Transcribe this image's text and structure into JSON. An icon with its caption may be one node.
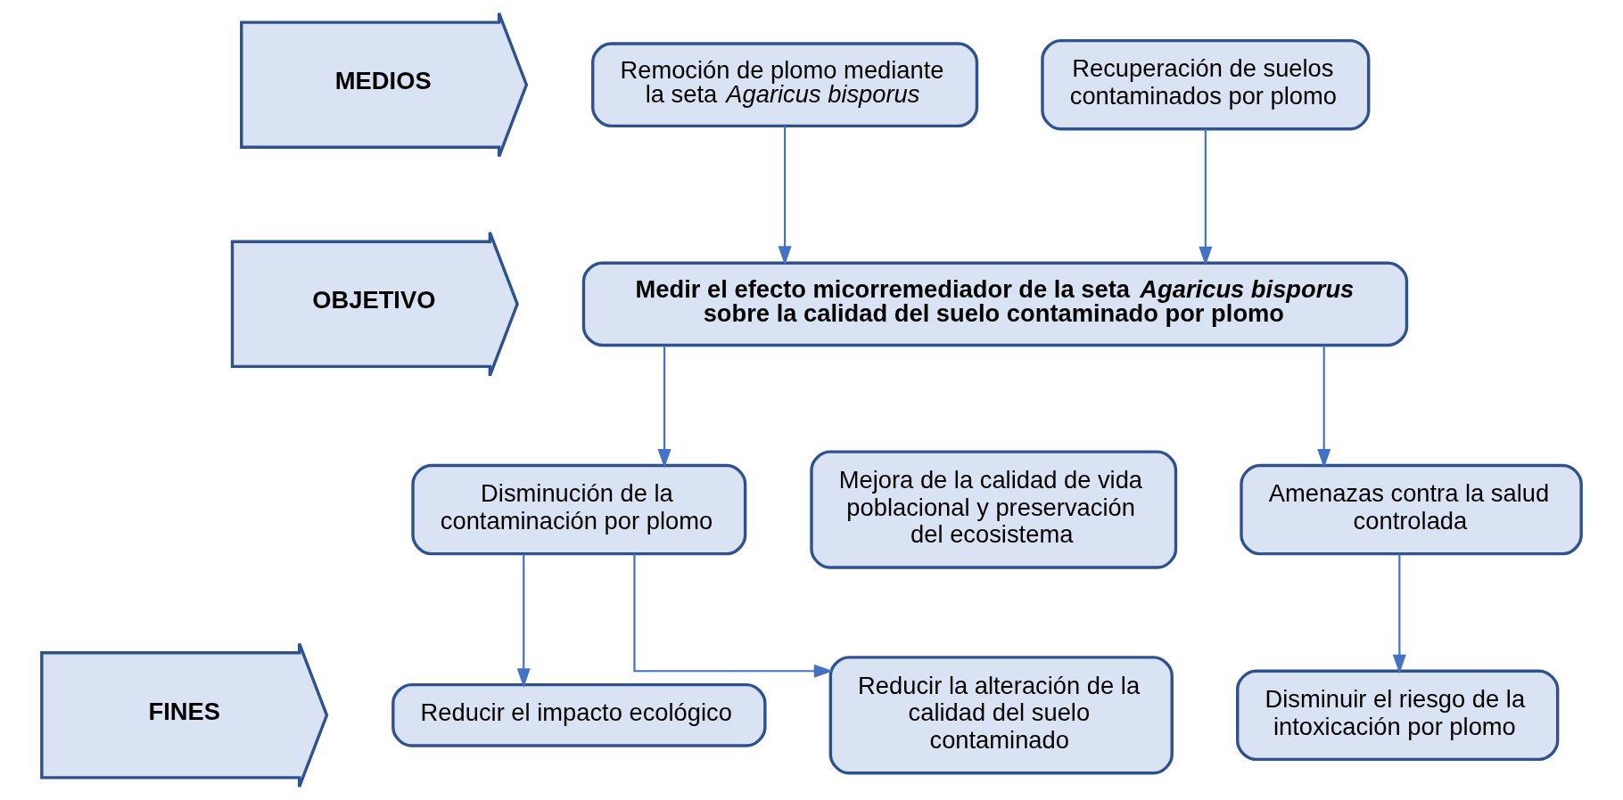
{
  "diagram": {
    "nodes": [
      {
        "text": [
          "MEDIOS"
        ]
      },
      {
        "text": [
          "Remoción de plomo mediante la seta *Agaricus bisporus*"
        ]
      },
      {
        "text": [
          "Recuperación de suelos contaminados por plomo"
        ]
      },
      {
        "text": [
          "OBJETIVO"
        ]
      },
      {
        "text": [
          "Medir el efecto micorremediador de la seta *Agaricus bisporus* sobre la calidad del suelo contaminado por plomo"
        ]
      },
      {
        "text": [
          "Disminución de la contaminación por plomo"
        ]
      },
      {
        "text": [
          "Mejora de la calidad de vida poblacional y preservación del ecosistema"
        ]
      },
      {
        "text": [
          "Amenazas contra la salud controlada"
        ]
      },
      {
        "text": [
          "FINES"
        ]
      },
      {
        "text": [
          "Reducir el impacto ecológico"
        ]
      },
      {
        "text": [
          "Reducir la alteración de la calidad del suelo contaminado"
        ]
      },
      {
        "text": [
          "Disminuir el riesgo de la intoxicación por plomo"
        ]
      }
    ],
    "edges": [
      {
        "from": 1,
        "to": 4,
        "arrow": "to"
      },
      {
        "from": 2,
        "to": 4,
        "arrow": "to"
      },
      {
        "from": 4,
        "to": 5,
        "arrow": "to"
      },
      {
        "from": 4,
        "to": 7,
        "arrow": "to"
      },
      {
        "from": 5,
        "to": 9,
        "arrow": "to"
      },
      {
        "from": 5,
        "to": 10,
        "arrow": "to"
      },
      {
        "from": 7,
        "to": 11,
        "arrow": "to"
      }
    ]
  }
}
